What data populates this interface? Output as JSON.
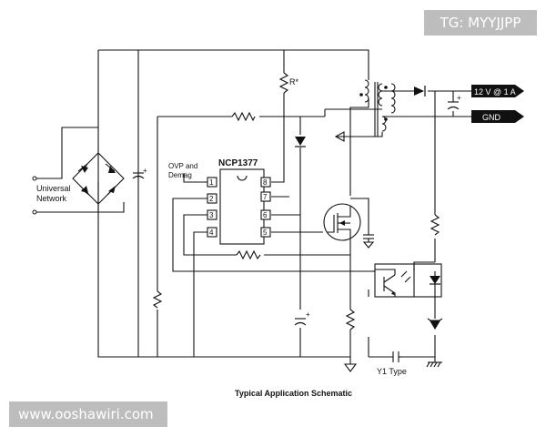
{
  "watermarks": {
    "top": "TG: MYYJJPP",
    "bottom": "www.ooshawiri.com"
  },
  "schematic": {
    "caption": "Typical Application Schematic",
    "input_label_line1": "Universal",
    "input_label_line2": "Network",
    "ic_name": "NCP1377",
    "ic_pin_left_label_line1": "OVP and",
    "ic_pin_left_label_line2": "Demag",
    "pins": {
      "p1": "1",
      "p2": "2",
      "p3": "3",
      "p4": "4",
      "p5": "5",
      "p6": "6",
      "p7": "7",
      "p8": "8"
    },
    "resistor_star": "R*",
    "output_12v": "12 V @ 1 A",
    "output_gnd": "GND",
    "y1_label": "Y1 Type",
    "cap_plus": "+"
  },
  "colors": {
    "wire": "#111111",
    "output_tag_fill": "#111111",
    "output_tag_text": "#ffffff",
    "watermark_bg": "#bdbdbd"
  }
}
